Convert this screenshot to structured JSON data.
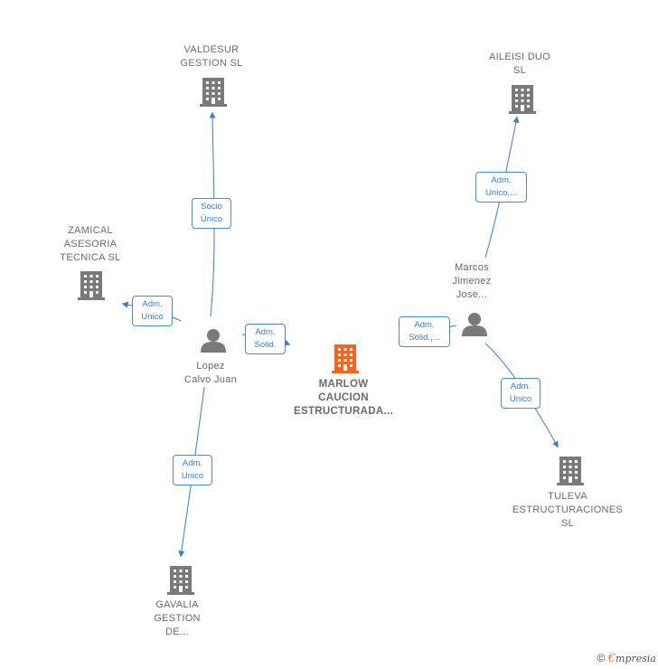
{
  "nodes": {
    "valdesur": {
      "label": "VALDESUR\nGESTION  SL"
    },
    "aileisi": {
      "label": "AILEISI DUO\nSL"
    },
    "zamical": {
      "label": "ZAMICAL\nASESORIA\nTECNICA  SL"
    },
    "marcos": {
      "label": "Marcos\nJimenez\nJose..."
    },
    "lopez": {
      "label": "Lopez\nCalvo Juan"
    },
    "marlow": {
      "label": "MARLOW\nCAUCION\nESTRUCTURADA..."
    },
    "tuleva": {
      "label": "TULEVA\nESTRUCTURACIONES\nSL"
    },
    "gavalia": {
      "label": "GAVALIA\nGESTION\nDE..."
    }
  },
  "edges": {
    "lopez_valdesur": "Socio\nÚnico",
    "lopez_zamical": "Adm.\nUnico",
    "lopez_marlow": "Adm.\nSolid.",
    "marcos_marlow": "Adm.\nSolid.,...",
    "marcos_aileisi": "Adm.\nUnico,...",
    "marcos_tuleva": "Adm.\nUnico",
    "lopez_gavalia": "Adm.\nUnico"
  },
  "footer": {
    "copyright": "©",
    "brand_first": "€",
    "brand_rest": "mpresia"
  },
  "colors": {
    "edge": "#3a7bd0",
    "building": "#7a7a7a",
    "focus": "#f26522",
    "person": "#7a7a7a"
  }
}
